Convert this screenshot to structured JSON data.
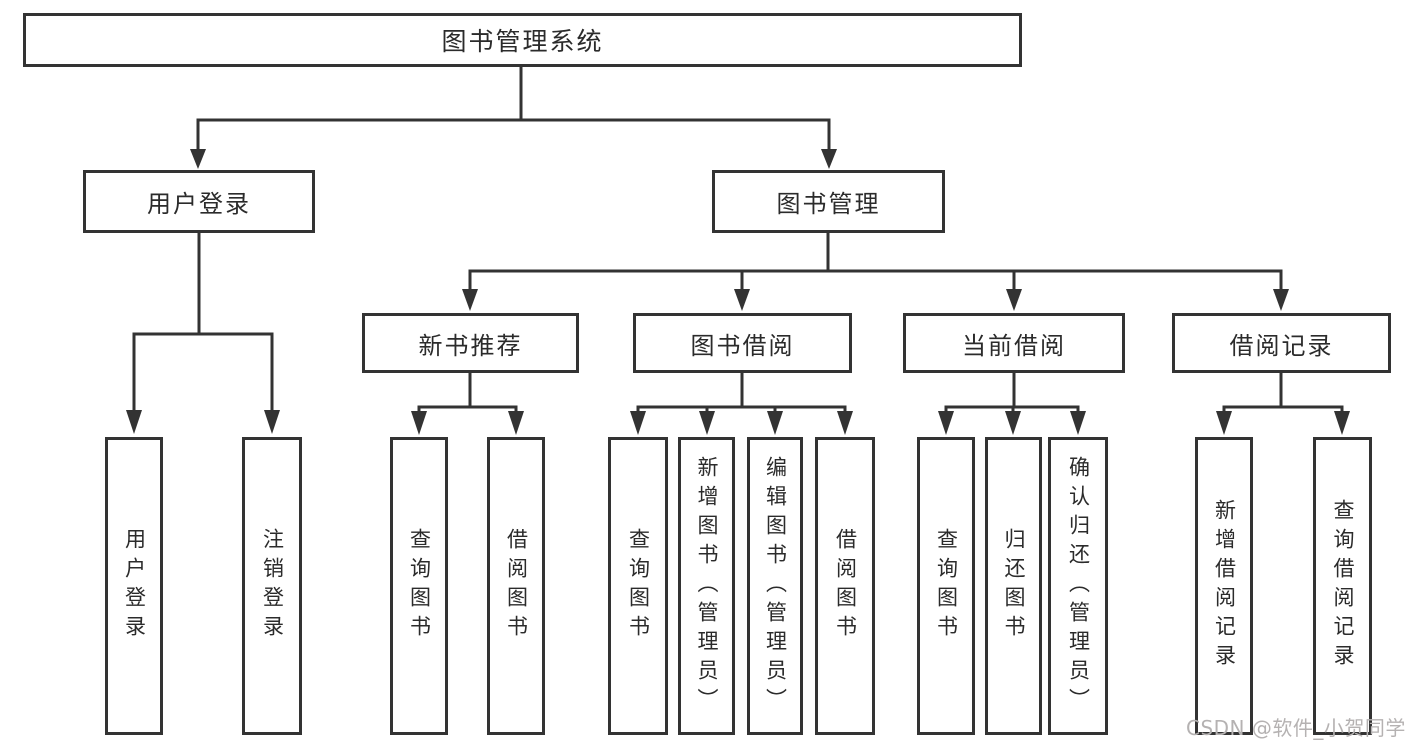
{
  "diagram": {
    "root": {
      "label": "图书管理系统"
    },
    "branches": {
      "user_login": {
        "label": "用户登录",
        "children": [
          "用户登录",
          "注销登录"
        ]
      },
      "book_management": {
        "label": "图书管理",
        "sections": {
          "new_book": {
            "label": "新书推荐",
            "children": [
              "查询图书",
              "借阅图书"
            ]
          },
          "book_borrow": {
            "label": "图书借阅",
            "children": [
              "查询图书",
              "新增图书（管理员）",
              "编辑图书（管理员）",
              "借阅图书"
            ]
          },
          "current_borrow": {
            "label": "当前借阅",
            "children": [
              "查询图书",
              "归还图书",
              "确认归还（管理员）"
            ]
          },
          "borrow_record": {
            "label": "借阅记录",
            "children": [
              "新增借阅记录",
              "查询借阅记录"
            ]
          }
        }
      }
    }
  },
  "watermark": {
    "text": "CSDN @软件_小贺同学"
  },
  "colors": {
    "line": "#333333",
    "text": "#2b2b2b",
    "box_bg": "#ffffff",
    "watermark": "#b5b2b2"
  }
}
